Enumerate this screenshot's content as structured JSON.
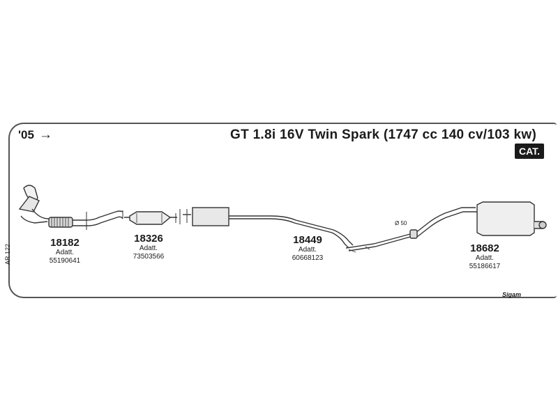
{
  "header": {
    "year": "'05",
    "year_arrow": "→",
    "title": "GT 1.8i 16V Twin Spark (1747 cc 140 cv/103 kw)",
    "badge": "CAT."
  },
  "parts": [
    {
      "number": "18182",
      "adatt_label": "Adatt.",
      "code": "55190641"
    },
    {
      "number": "18326",
      "adatt_label": "Adatt.",
      "code": "73503566"
    },
    {
      "number": "18449",
      "adatt_label": "Adatt.",
      "code": "60668123"
    },
    {
      "number": "18682",
      "adatt_label": "Adatt.",
      "code": "55186617"
    }
  ],
  "pipe_diameter_label": "Ø 50",
  "side_reference": "AR 122",
  "brand_mark": "Sigam"
}
